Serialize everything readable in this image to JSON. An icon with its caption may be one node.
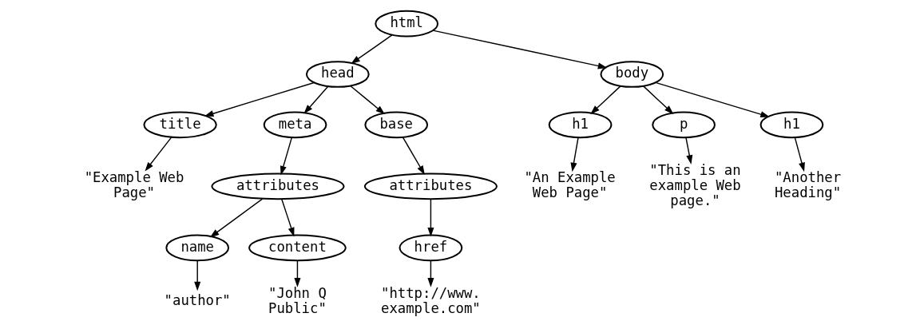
{
  "diagram": {
    "nodes": [
      {
        "text": [
          "html"
        ]
      },
      {
        "text": [
          "head"
        ]
      },
      {
        "text": [
          "body"
        ]
      },
      {
        "text": [
          "title"
        ]
      },
      {
        "text": [
          "meta"
        ]
      },
      {
        "text": [
          "base"
        ]
      },
      {
        "text": [
          "\"Example Web Page\""
        ]
      },
      {
        "text": [
          "attributes"
        ]
      },
      {
        "text": [
          "attributes"
        ]
      },
      {
        "text": [
          "name"
        ]
      },
      {
        "text": [
          "content"
        ]
      },
      {
        "text": [
          "href"
        ]
      },
      {
        "text": [
          "\"author\""
        ]
      },
      {
        "text": [
          "\"John Q Public\""
        ]
      },
      {
        "text": [
          "\"http://www. example.com\""
        ]
      },
      {
        "text": [
          "h1"
        ]
      },
      {
        "text": [
          "p"
        ]
      },
      {
        "text": [
          "h1"
        ]
      },
      {
        "text": [
          "\"An Example Web Page\""
        ]
      },
      {
        "text": [
          "\"This is an example Web page.\""
        ]
      },
      {
        "text": [
          "\"Another Heading\""
        ]
      }
    ],
    "edges": [
      {
        "from": 0,
        "to": 1,
        "arrow": "to"
      },
      {
        "from": 0,
        "to": 2,
        "arrow": "to"
      },
      {
        "from": 1,
        "to": 3,
        "arrow": "to"
      },
      {
        "from": 1,
        "to": 4,
        "arrow": "to"
      },
      {
        "from": 1,
        "to": 5,
        "arrow": "to"
      },
      {
        "from": 3,
        "to": 6,
        "arrow": "to"
      },
      {
        "from": 4,
        "to": 7,
        "arrow": "to"
      },
      {
        "from": 5,
        "to": 8,
        "arrow": "to"
      },
      {
        "from": 7,
        "to": 9,
        "arrow": "to"
      },
      {
        "from": 7,
        "to": 10,
        "arrow": "to"
      },
      {
        "from": 8,
        "to": 11,
        "arrow": "to"
      },
      {
        "from": 9,
        "to": 12,
        "arrow": "to"
      },
      {
        "from": 10,
        "to": 13,
        "arrow": "to"
      },
      {
        "from": 11,
        "to": 14,
        "arrow": "to"
      },
      {
        "from": 2,
        "to": 15,
        "arrow": "to"
      },
      {
        "from": 2,
        "to": 16,
        "arrow": "to"
      },
      {
        "from": 2,
        "to": 17,
        "arrow": "to"
      },
      {
        "from": 15,
        "to": 18,
        "arrow": "to"
      },
      {
        "from": 16,
        "to": 19,
        "arrow": "to"
      },
      {
        "from": 17,
        "to": 20,
        "arrow": "to"
      }
    ]
  }
}
